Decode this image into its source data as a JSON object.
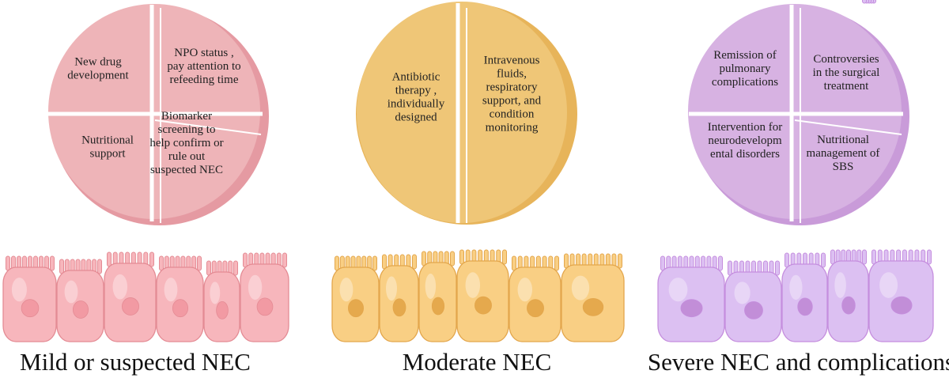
{
  "colors": {
    "mild": "#eeb4b8",
    "moderate": "#eec674",
    "severe": "#d7b2e2",
    "mild_cell": "#f7b6bc",
    "moderate_cell": "#f9cf84",
    "severe_cell": "#dcc0f2"
  },
  "stages": [
    {
      "caption": "Mild or suspected NEC",
      "quadrants": [
        [
          "New drug",
          "development"
        ],
        [
          "NPO status ,",
          "pay attention to",
          "refeeding time"
        ],
        [
          "Nutritional",
          "support"
        ],
        [
          "Biomarker",
          "screening to",
          "help confirm or",
          "rule out",
          "suspected NEC"
        ]
      ]
    },
    {
      "caption": "Moderate NEC",
      "halves": [
        [
          "Antibiotic",
          "therapy ,",
          "individually",
          "designed"
        ],
        [
          "Intravenous",
          "fluids,",
          "respiratory",
          "support, and",
          "condition",
          "monitoring"
        ]
      ]
    },
    {
      "caption": "Severe NEC and complications",
      "quadrants": [
        [
          "Remission of",
          "pulmonary",
          "complications"
        ],
        [
          "Controversies",
          "in the surgical",
          "treatment"
        ],
        [
          "Intervention for",
          "neurodevelopm",
          "ental disorders"
        ],
        [
          "Nutritional",
          "management of",
          "SBS"
        ]
      ]
    }
  ]
}
